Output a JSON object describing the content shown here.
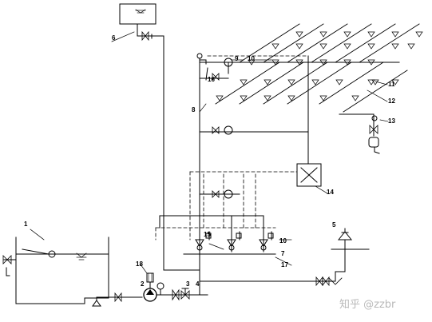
{
  "callouts": [
    {
      "id": "c1",
      "text": "1"
    },
    {
      "id": "c2",
      "text": "2"
    },
    {
      "id": "c3",
      "text": "3"
    },
    {
      "id": "c4",
      "text": "4"
    },
    {
      "id": "c5",
      "text": "5"
    },
    {
      "id": "c6",
      "text": "6"
    },
    {
      "id": "c7",
      "text": "7"
    },
    {
      "id": "c8",
      "text": "8"
    },
    {
      "id": "c9",
      "text": "9"
    },
    {
      "id": "c10a",
      "text": "10"
    },
    {
      "id": "c10b",
      "text": "10"
    },
    {
      "id": "c11",
      "text": "11"
    },
    {
      "id": "c12",
      "text": "12"
    },
    {
      "id": "c13",
      "text": "13"
    },
    {
      "id": "c14",
      "text": "14"
    },
    {
      "id": "c15",
      "text": "15"
    },
    {
      "id": "c16",
      "text": "16"
    },
    {
      "id": "c17",
      "text": "17"
    },
    {
      "id": "c18",
      "text": "18"
    }
  ],
  "watermark": "知乎 @zzbr",
  "colors": {
    "line": "#000000",
    "background": "#ffffff",
    "watermark": "#b9b9b9"
  }
}
